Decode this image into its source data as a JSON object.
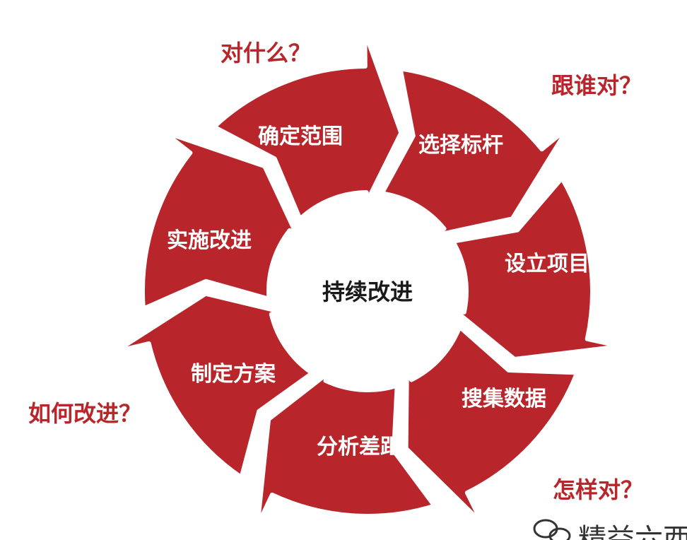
{
  "diagram": {
    "center": "持续改进",
    "steps": [
      {
        "label": "确定范围"
      },
      {
        "label": "选择标杆"
      },
      {
        "label": "设立项目"
      },
      {
        "label": "搜集数据"
      },
      {
        "label": "分析差距"
      },
      {
        "label": "制定方案"
      },
      {
        "label": "实施改进"
      }
    ],
    "questions": {
      "q1": "对什么？",
      "q2": "跟谁对？",
      "q3": "怎样对？",
      "q4": "如何改进？"
    },
    "colors": {
      "segment": "#b8262b",
      "center_fill": "#ffffff",
      "question_text": "#b8262b"
    }
  },
  "watermark": {
    "text": "精益六西",
    "icon": "wechat-icon"
  }
}
